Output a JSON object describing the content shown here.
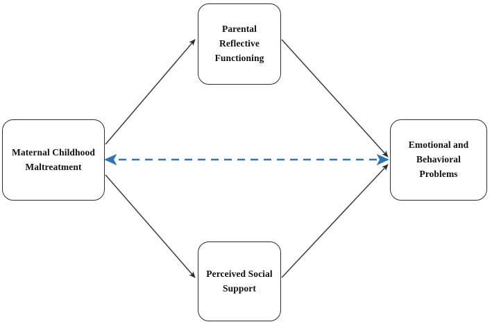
{
  "diagram": {
    "type": "mediation-model",
    "title": "",
    "background_color": "#ffffff",
    "nodes": [
      {
        "id": "mcm",
        "label": "Maternal Childhood\nMaltreatment",
        "role": "predictor",
        "border_color": "#2b2b2b",
        "fill_color": "#ffffff"
      },
      {
        "id": "prf",
        "label": "Parental Reflective\nFunctioning",
        "role": "mediator",
        "border_color": "#2b2b2b",
        "fill_color": "#ffffff"
      },
      {
        "id": "pss",
        "label": "Perceived Social\nSupport",
        "role": "mediator",
        "border_color": "#2b2b2b",
        "fill_color": "#ffffff"
      },
      {
        "id": "ebp",
        "label": "Emotional and\nBehavioral Problems",
        "role": "outcome",
        "border_color": "#2b2b2b",
        "fill_color": "#ffffff"
      }
    ],
    "edges": [
      {
        "id": "mcm-to-prf",
        "from": "mcm",
        "to": "prf",
        "style": "solid",
        "color": "#3b3b3b",
        "arrowheads": "end"
      },
      {
        "id": "prf-to-ebp",
        "from": "prf",
        "to": "ebp",
        "style": "solid",
        "color": "#3b3b3b",
        "arrowheads": "end"
      },
      {
        "id": "mcm-to-pss",
        "from": "mcm",
        "to": "pss",
        "style": "solid",
        "color": "#3b3b3b",
        "arrowheads": "end"
      },
      {
        "id": "pss-to-ebp",
        "from": "pss",
        "to": "ebp",
        "style": "solid",
        "color": "#3b3b3b",
        "arrowheads": "end"
      },
      {
        "id": "mcm-to-ebp-direct",
        "from": "mcm",
        "to": "ebp",
        "style": "dashed",
        "color": "#2e75b6",
        "arrowheads": "both"
      }
    ],
    "colors": {
      "node_border": "#2b2b2b",
      "solid_edge": "#3b3b3b",
      "dashed_edge": "#2e75b6",
      "text": "#111111"
    }
  }
}
